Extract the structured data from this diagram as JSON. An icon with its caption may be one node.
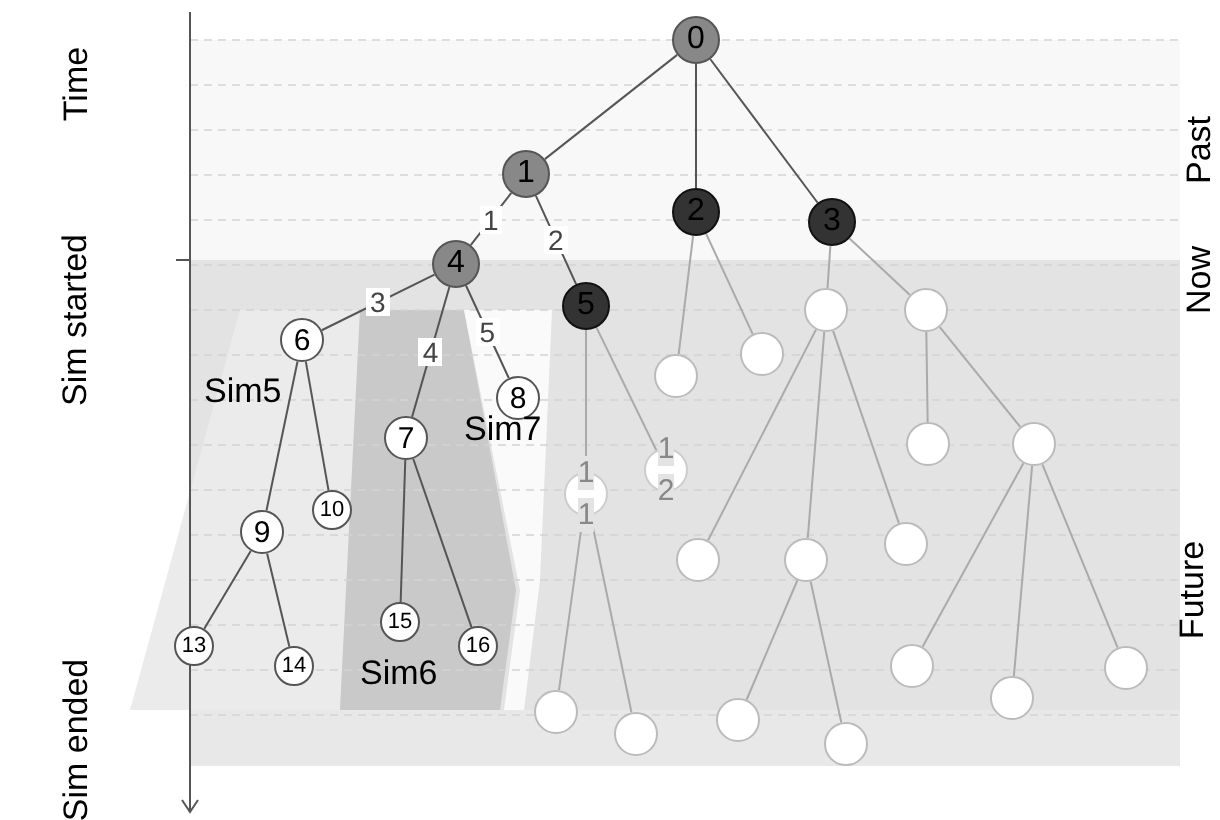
{
  "diagram": {
    "nodes": [
      {
        "text": [
          "0"
        ]
      },
      {
        "text": [
          "1"
        ]
      },
      {
        "text": [
          "2"
        ]
      },
      {
        "text": [
          "3"
        ]
      },
      {
        "text": [
          "4"
        ]
      },
      {
        "text": [
          "5"
        ]
      },
      {
        "text": [
          "6"
        ]
      },
      {
        "text": [
          "7"
        ]
      },
      {
        "text": [
          "8"
        ]
      },
      {
        "text": [
          "9"
        ]
      },
      {
        "text": [
          "10"
        ]
      },
      {
        "text": [
          "13"
        ]
      },
      {
        "text": [
          "14"
        ]
      },
      {
        "text": [
          "15"
        ]
      },
      {
        "text": [
          "16"
        ]
      },
      {
        "text": [
          "1 1"
        ]
      },
      {
        "text": [
          "1 2"
        ]
      },
      {
        "text": [],
        "shape": "circle"
      },
      {
        "text": [],
        "shape": "circle"
      },
      {
        "text": [],
        "shape": "circle"
      },
      {
        "text": [],
        "shape": "circle"
      },
      {
        "text": [],
        "shape": "circle"
      },
      {
        "text": [],
        "shape": "circle"
      },
      {
        "text": [],
        "shape": "circle"
      },
      {
        "text": [],
        "shape": "circle"
      },
      {
        "text": [],
        "shape": "circle"
      },
      {
        "text": [],
        "shape": "circle"
      },
      {
        "text": [],
        "shape": "circle"
      },
      {
        "text": [],
        "shape": "circle"
      },
      {
        "text": [],
        "shape": "circle"
      },
      {
        "text": [],
        "shape": "circle"
      },
      {
        "text": [],
        "shape": "circle"
      },
      {
        "text": [],
        "shape": "circle"
      }
    ],
    "edges": [
      {
        "from": 0,
        "to": 1,
        "arrow": "none",
        "color": "#555555"
      },
      {
        "from": 0,
        "to": 2,
        "arrow": "none",
        "color": "#555555"
      },
      {
        "from": 0,
        "to": 3,
        "arrow": "none",
        "color": "#555555"
      },
      {
        "from": 1,
        "to": 4,
        "arrow": "none",
        "label": "1",
        "color": "#555555"
      },
      {
        "from": 1,
        "to": 5,
        "arrow": "none",
        "label": "2",
        "color": "#555555"
      },
      {
        "from": 4,
        "to": 6,
        "arrow": "none",
        "label": "3",
        "color": "#555555"
      },
      {
        "from": 4,
        "to": 7,
        "arrow": "none",
        "label": "4",
        "color": "#555555"
      },
      {
        "from": 4,
        "to": 8,
        "arrow": "none",
        "label": "5",
        "color": "#555555"
      },
      {
        "from": 6,
        "to": 9,
        "arrow": "none",
        "color": "#555555"
      },
      {
        "from": 6,
        "to": 10,
        "arrow": "none",
        "color": "#555555"
      },
      {
        "from": 9,
        "to": 11,
        "arrow": "none",
        "color": "#555555"
      },
      {
        "from": 9,
        "to": 12,
        "arrow": "none",
        "color": "#555555"
      },
      {
        "from": 7,
        "to": 13,
        "arrow": "none",
        "color": "#555555"
      },
      {
        "from": 7,
        "to": 14,
        "arrow": "none",
        "color": "#555555"
      },
      {
        "from": 2,
        "to": 17,
        "arrow": "none"
      },
      {
        "from": 2,
        "to": 18,
        "arrow": "none"
      },
      {
        "from": 3,
        "to": 19,
        "arrow": "none"
      },
      {
        "from": 3,
        "to": 20,
        "arrow": "none"
      },
      {
        "from": 5,
        "to": 15,
        "arrow": "none"
      },
      {
        "from": 5,
        "to": 16,
        "arrow": "none"
      },
      {
        "from": 15,
        "to": 31,
        "arrow": "none"
      },
      {
        "from": 15,
        "to": 32,
        "arrow": "none"
      },
      {
        "from": 19,
        "to": 21,
        "arrow": "none"
      },
      {
        "from": 19,
        "to": 22,
        "arrow": "none"
      },
      {
        "from": 19,
        "to": 23,
        "arrow": "none"
      },
      {
        "from": 20,
        "to": 24,
        "arrow": "none"
      },
      {
        "from": 20,
        "to": 25,
        "arrow": "none"
      },
      {
        "from": 22,
        "to": 26,
        "arrow": "none"
      },
      {
        "from": 22,
        "to": 27,
        "arrow": "none"
      },
      {
        "from": 25,
        "to": 28,
        "arrow": "none"
      },
      {
        "from": 25,
        "to": 29,
        "arrow": "none"
      },
      {
        "from": 25,
        "to": 30,
        "arrow": "none"
      }
    ],
    "labels": [
      "Time",
      "Sim started",
      "Sim ended",
      "Past",
      "Now",
      "Future",
      "Sim5",
      "Sim7",
      "Sim6"
    ]
  }
}
